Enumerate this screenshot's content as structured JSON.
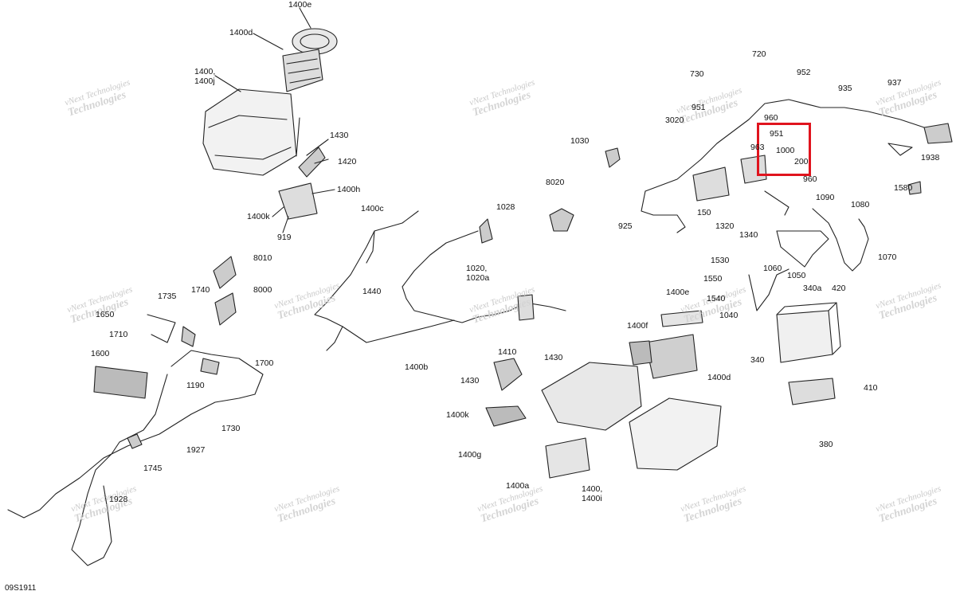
{
  "drawing_ref": "09S1911",
  "watermark": {
    "line1": "vNext Technologies",
    "line2": "Technologies"
  },
  "highlight_color": "#e0141e",
  "callouts": [
    "1400e",
    "1400d",
    "1400,",
    "1400j",
    "1430",
    "1420",
    "1400h",
    "1400k",
    "919",
    "1400c",
    "1028",
    "8020",
    "1020,",
    "1020a",
    "1030",
    "8010",
    "8000",
    "1440",
    "1740",
    "1735",
    "1650",
    "1710",
    "1400b",
    "1600",
    "1190",
    "1700",
    "1730",
    "1927",
    "1745",
    "1928",
    "730",
    "720",
    "952",
    "935",
    "937",
    "951",
    "960",
    "3020",
    "951",
    "963",
    "1000",
    "200",
    "960",
    "1938",
    "1580",
    "150",
    "925",
    "1320",
    "1340",
    "1090",
    "1080",
    "1070",
    "420",
    "1530",
    "1550",
    "1060",
    "1050",
    "1540",
    "340a",
    "1040",
    "1400e",
    "1400f",
    "1400d",
    "340",
    "410",
    "380",
    "1410",
    "1430",
    "1430",
    "1400k",
    "1400g",
    "1400a",
    "1400,",
    "1400i"
  ]
}
